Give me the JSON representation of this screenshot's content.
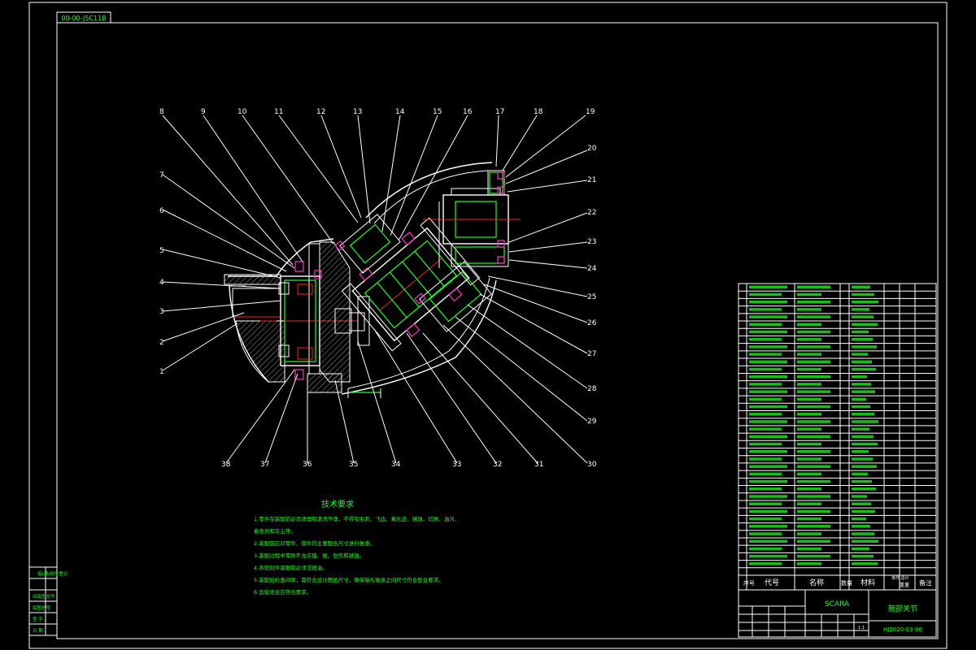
{
  "drawing_id": "00-00-J5C11B",
  "part_labels": [
    "1",
    "2",
    "3",
    "4",
    "5",
    "6",
    "7",
    "8",
    "9",
    "10",
    "11",
    "12",
    "13",
    "14",
    "15",
    "16",
    "17",
    "18",
    "19",
    "20",
    "21",
    "22",
    "23",
    "24",
    "25",
    "26",
    "27",
    "28",
    "29",
    "30",
    "31",
    "32",
    "33",
    "34",
    "35",
    "36",
    "37",
    "38"
  ],
  "tech_requirements": {
    "title": "技术要求",
    "items": [
      "1.零件在装配前必须清理和清洗干净，不得有毛刺、飞边、氧化皮、锈蚀、切屑、油污、",
      "着色剂和灰尘等。",
      "2.装配前应对零件、部件的主要配合尺寸进行复查。",
      "3.装配过程中零件不允许磕、碰、划伤和锈蚀。",
      "4.各密封件装配前必须浸透油。",
      "5.装配后检查间隙，需符合设计图纸尺寸，确保轴与轴承之间尺寸符合配合要求。",
      "6.齿轮啮合应符合要求。"
    ]
  },
  "title_block": {
    "header": {
      "seq": "序号",
      "code": "代号",
      "name": "名称",
      "qty": "数量",
      "material": "材料",
      "weight": "单件 总计",
      "weight_unit": "重量",
      "remark": "备注"
    },
    "product": "SCARA",
    "part_name": "腕部关节",
    "drawing_no": "HJ2020-03-00",
    "scale": "1:1"
  },
  "left_stamp": [
    "借(通)用件登记",
    "旧底图总号",
    "底图总号",
    "签 字",
    "日 期"
  ]
}
